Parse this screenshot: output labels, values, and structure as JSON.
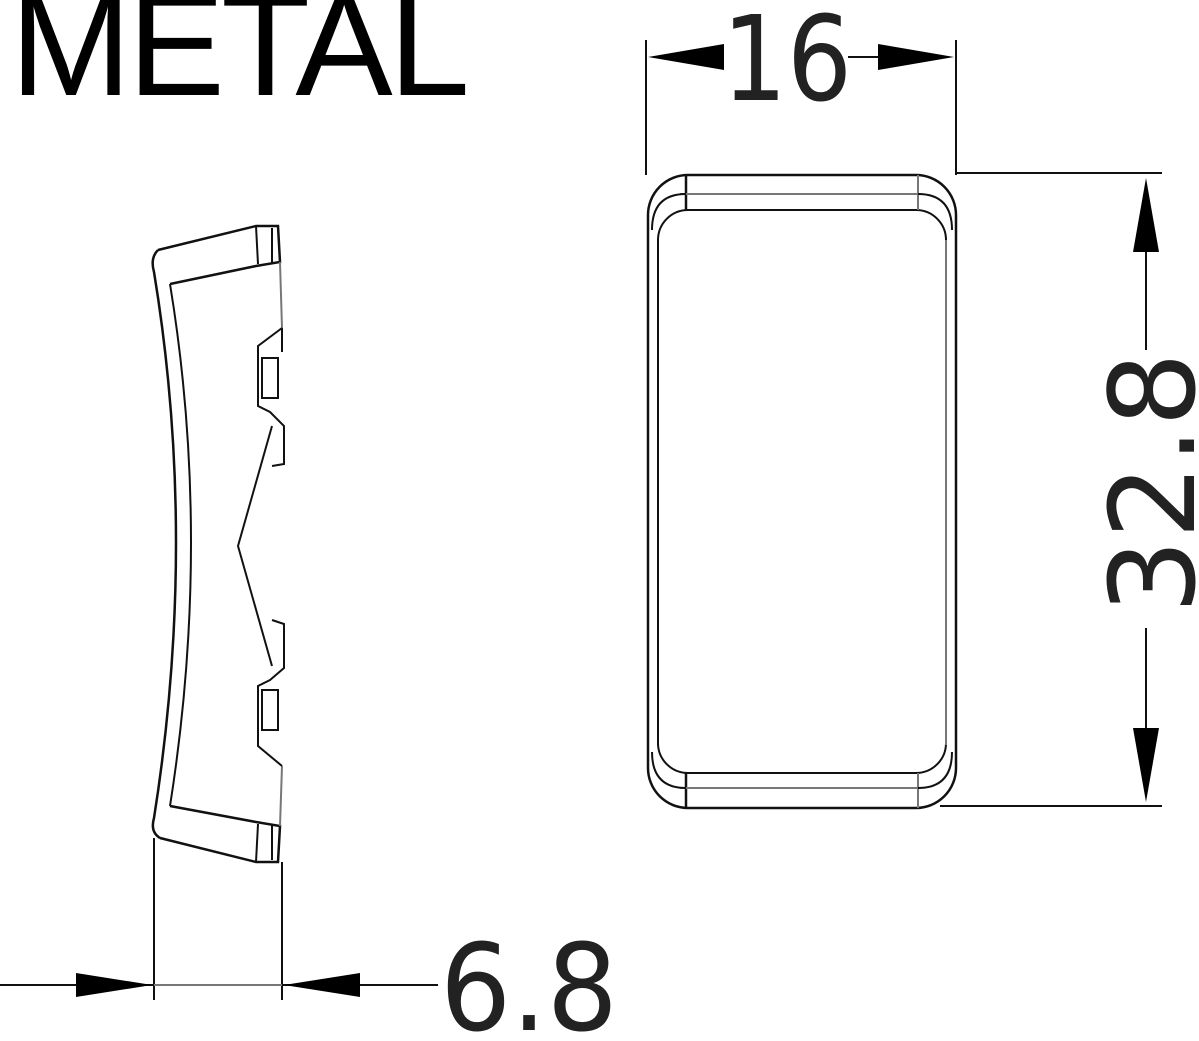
{
  "title": "METAL",
  "views": {
    "side_view": {
      "name": "side profile"
    },
    "front_view": {
      "name": "front rectangle"
    }
  },
  "dimensions": {
    "width": "16",
    "height": "32.8",
    "depth": "6.8"
  },
  "colors": {
    "line": "#111111",
    "background": "#ffffff"
  }
}
